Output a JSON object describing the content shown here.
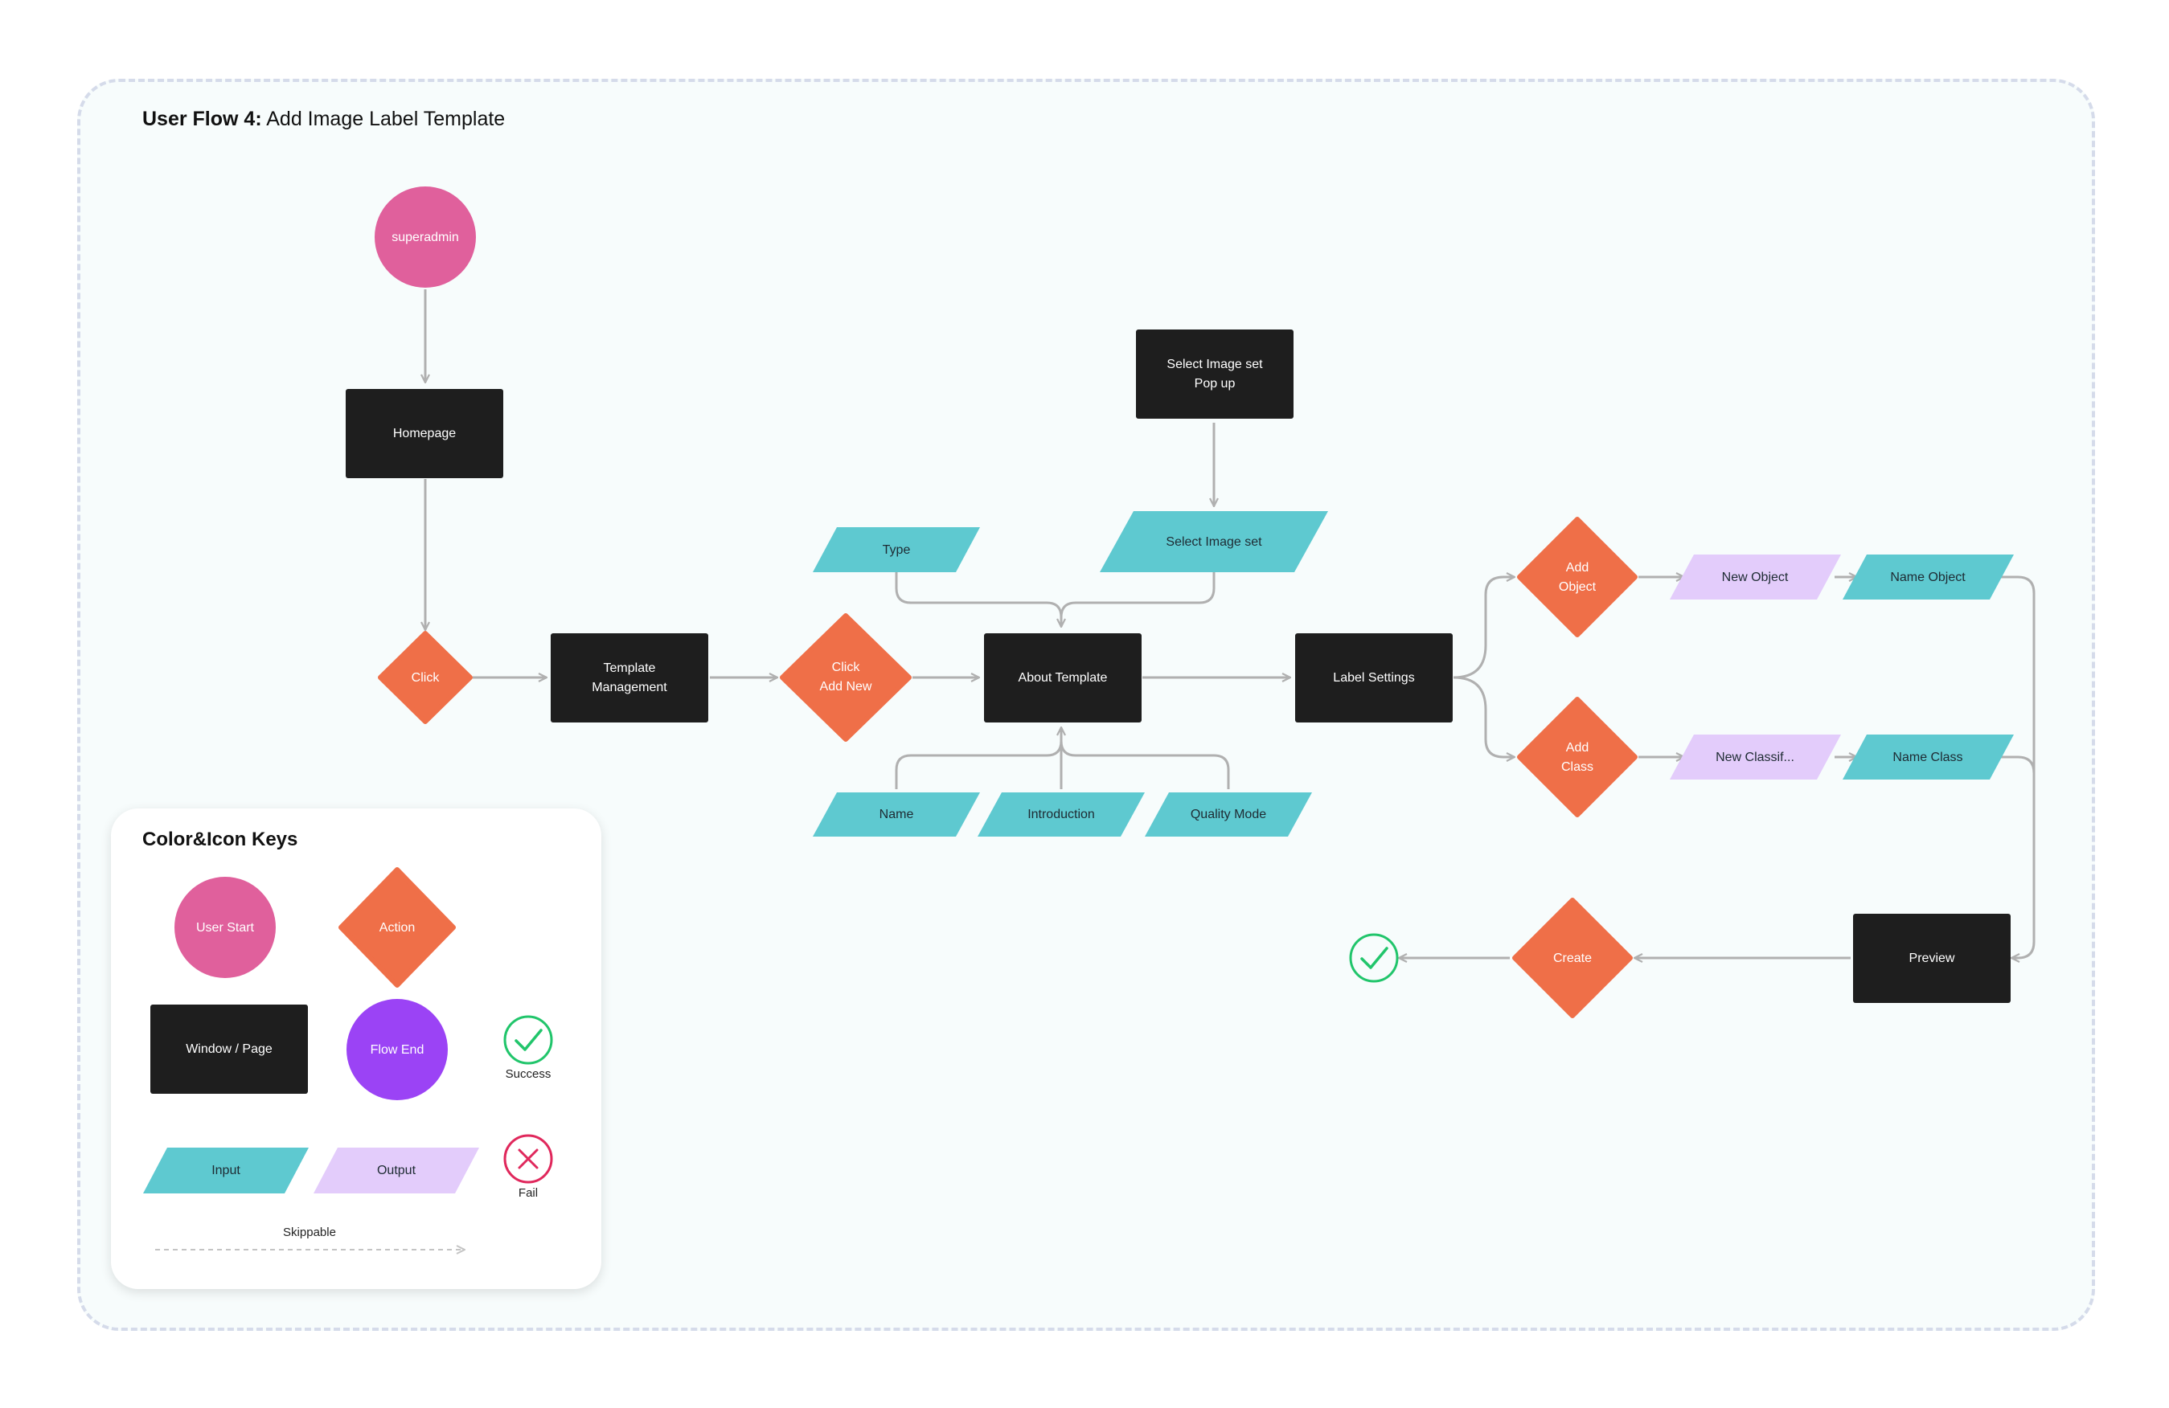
{
  "title": {
    "bold": "User Flow 4:",
    "rest": "Add Image Label Template"
  },
  "colors": {
    "user_start": "#e0609c",
    "action": "#ef6f48",
    "window": "#1e1e1e",
    "flow_end": "#9b43f5",
    "input": "#5ec9d0",
    "output": "#e3ccfb",
    "success": "#21c56b",
    "fail": "#e0285c",
    "connector": "#b0b0b0"
  },
  "nodes": {
    "superadmin": "superadmin",
    "homepage": "Homepage",
    "click": "Click",
    "template_management": [
      "Template",
      "Management"
    ],
    "click_add_new": [
      "Click",
      "Add New"
    ],
    "about_template": "About Template",
    "type": "Type",
    "select_image_set_popup": [
      "Select Image set",
      "Pop up"
    ],
    "select_image_set": "Select Image set",
    "name": "Name",
    "introduction": "Introduction",
    "quality_mode": "Quality Mode",
    "label_settings": "Label Settings",
    "add_object": [
      "Add",
      "Object"
    ],
    "new_object": "New Object",
    "name_object": "Name Object",
    "add_class": [
      "Add",
      "Class"
    ],
    "new_classification": "New Classif...",
    "name_class": "Name Class",
    "preview": "Preview",
    "create": "Create"
  },
  "legend": {
    "title": "Color&Icon Keys",
    "user_start": "User Start",
    "action": "Action",
    "window_page": "Window / Page",
    "flow_end": "Flow End",
    "success": "Success",
    "input": "Input",
    "output": "Output",
    "fail": "Fail",
    "skippable": "Skippable"
  }
}
